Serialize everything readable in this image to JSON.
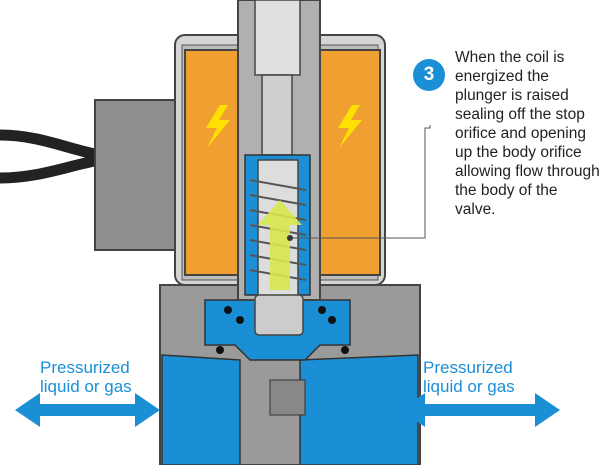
{
  "callout": {
    "number": "3",
    "text": "When the coil is energized the plunger is raised sealing off the stop orifice and opening up the body orifice allowing flow through the body of the valve."
  },
  "labels": {
    "left": "Pressurized liquid or gas",
    "right": "Pressurized liquid or gas"
  },
  "colors": {
    "accent": "#1a8fd6",
    "coil": "#f0a030",
    "body": "#9a9a9a",
    "flow_arrow": "#d6e84a"
  }
}
